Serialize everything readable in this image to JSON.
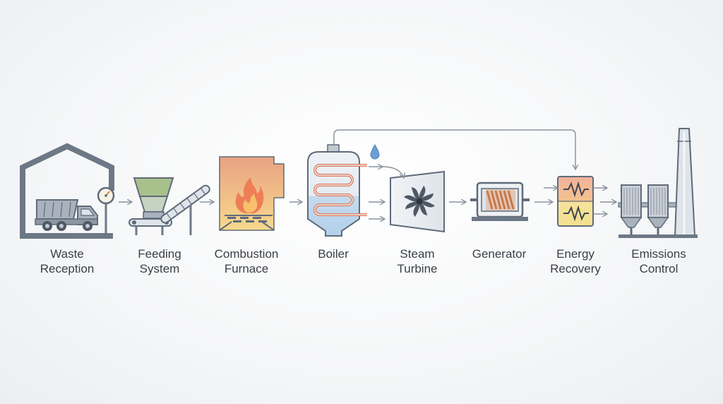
{
  "colors": {
    "outline": "#5f6b7a",
    "building": "#6d7886",
    "metal": "#a9b2bd",
    "green_hopper": "#a7c08c",
    "furnace_top": "#e9a283",
    "furnace_bottom": "#f5d58a",
    "flame": "#ee7e55",
    "hot_pipe": "#d97a5c",
    "water": "#bcd6ec",
    "arrow": "#8a939e"
  },
  "icons": {
    "waste_reception": "dump-truck-shed-icon",
    "feeding_system": "hopper-conveyor-icon",
    "combustion_furnace": "furnace-flame-icon",
    "boiler": "boiler-coil-icon",
    "steam_turbine": "turbine-icon",
    "generator": "generator-coil-icon",
    "energy_recovery": "heat-exchanger-icon",
    "emissions_control": "filters-stack-icon"
  },
  "stages": [
    {
      "line1": "Waste",
      "line2": "Reception"
    },
    {
      "line1": "Feeding",
      "line2": "System"
    },
    {
      "line1": "Combustion",
      "line2": "Furnace"
    },
    {
      "line1": "Boiler",
      "line2": ""
    },
    {
      "line1": "Steam",
      "line2": "Turbine"
    },
    {
      "line1": "Generator",
      "line2": ""
    },
    {
      "line1": "Energy",
      "line2": "Recovery"
    },
    {
      "line1": "Emissions",
      "line2": "Control"
    }
  ]
}
